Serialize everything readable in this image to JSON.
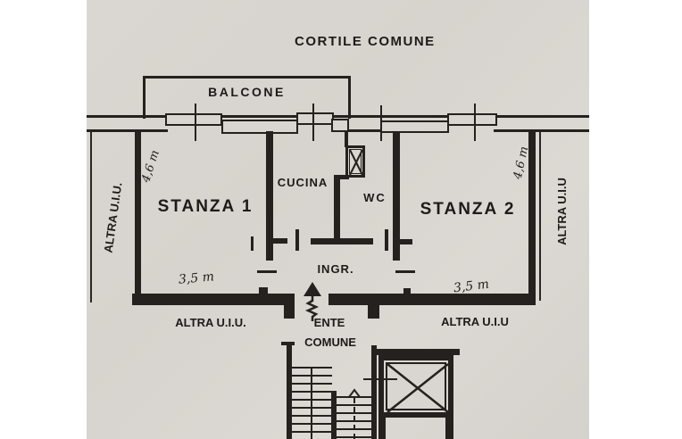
{
  "colors": {
    "paper": "#d8d4cf",
    "ink": "#24211e"
  },
  "labels": {
    "courtyard": "CORTILE COMUNE",
    "balcony": "BALCONE",
    "room1": "STANZA 1",
    "room2": "STANZA 2",
    "kitchen": "CUCINA",
    "wc": "WC",
    "entry_hall": "INGR.",
    "common_entity_line1": "ENTE",
    "common_entity_line2": "COMUNE",
    "other_unit_left": "ALTRA U.I.U.",
    "other_unit_right": "ALTRA U.I.U",
    "other_unit_bottom_left": "ALTRA U.I.U.",
    "other_unit_bottom_right": "ALTRA U.I.U"
  },
  "measurements": {
    "room1_depth": "4,6 m",
    "room1_width": "3,5 m",
    "room2_depth": "4,6 m",
    "room2_width": "3,5 m"
  }
}
